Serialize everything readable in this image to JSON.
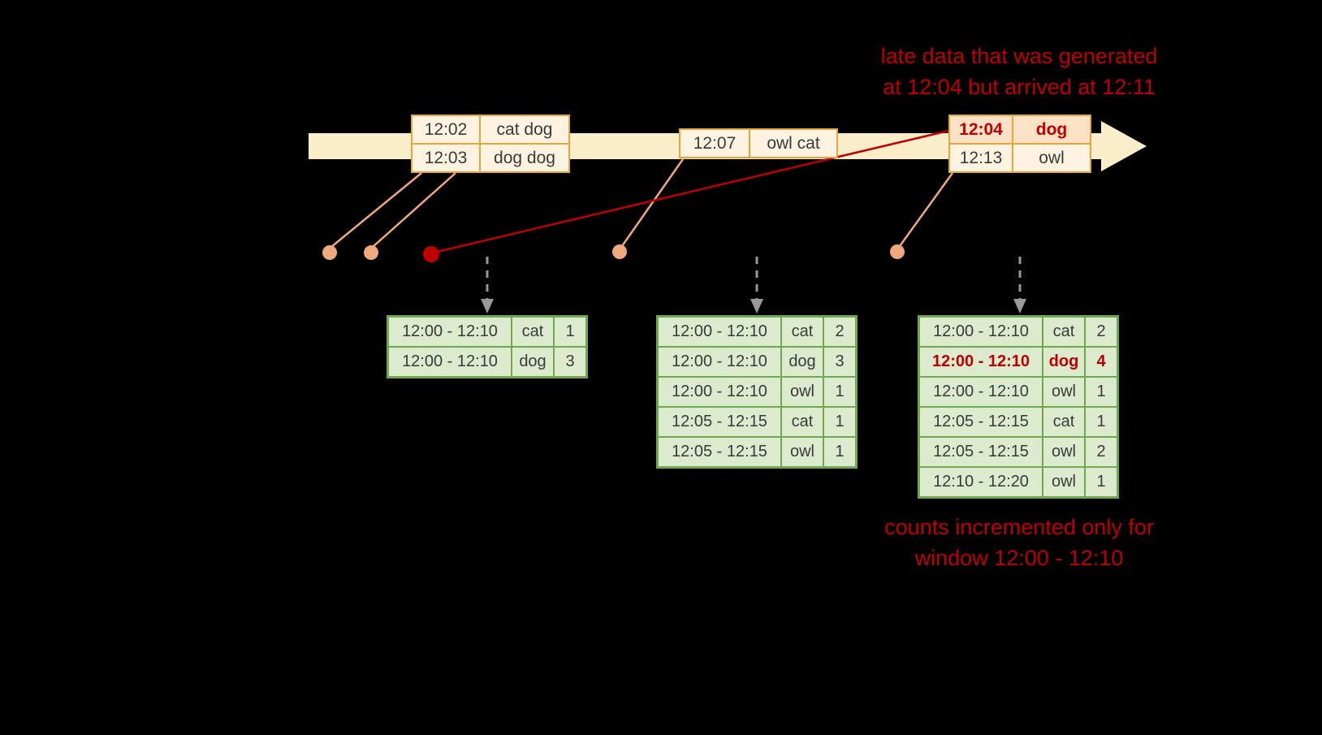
{
  "colors": {
    "background": "#000000",
    "timeline_fill": "#faedca",
    "event_border": "#e8a33d",
    "event_fill": "#fdf3e0",
    "late_fill": "#fbe2c6",
    "accent_red": "#c00000",
    "connector": "#efa97d",
    "table_border": "#6fa84f",
    "table_fill": "#dcebcd",
    "arrow_gray": "#999999",
    "text_dark": "#3a3a3a"
  },
  "annotations": {
    "top_line1": "late data that was generated",
    "top_line2": "at 12:04 but arrived at 12:11",
    "bottom_line1": "counts incremented only for",
    "bottom_line2": "window 12:00 - 12:10"
  },
  "event_groups": [
    {
      "rows": [
        {
          "time": "12:02",
          "words": "cat dog"
        },
        {
          "time": "12:03",
          "words": "dog dog"
        }
      ]
    },
    {
      "rows": [
        {
          "time": "12:07",
          "words": "owl cat"
        }
      ]
    },
    {
      "rows": [
        {
          "time": "12:04",
          "words": "dog"
        },
        {
          "time": "12:13",
          "words": "owl"
        }
      ]
    }
  ],
  "result_tables": [
    {
      "rows": [
        {
          "window": "12:00 - 12:10",
          "word": "cat",
          "count": "1"
        },
        {
          "window": "12:00 - 12:10",
          "word": "dog",
          "count": "3"
        }
      ]
    },
    {
      "rows": [
        {
          "window": "12:00 - 12:10",
          "word": "cat",
          "count": "2"
        },
        {
          "window": "12:00 - 12:10",
          "word": "dog",
          "count": "3"
        },
        {
          "window": "12:00 - 12:10",
          "word": "owl",
          "count": "1"
        },
        {
          "window": "12:05 - 12:15",
          "word": "cat",
          "count": "1"
        },
        {
          "window": "12:05 - 12:15",
          "word": "owl",
          "count": "1"
        }
      ]
    },
    {
      "rows": [
        {
          "window": "12:00 - 12:10",
          "word": "cat",
          "count": "2"
        },
        {
          "window": "12:00 - 12:10",
          "word": "dog",
          "count": "4"
        },
        {
          "window": "12:00 - 12:10",
          "word": "owl",
          "count": "1"
        },
        {
          "window": "12:05 - 12:15",
          "word": "cat",
          "count": "1"
        },
        {
          "window": "12:05 - 12:15",
          "word": "owl",
          "count": "2"
        },
        {
          "window": "12:10 - 12:20",
          "word": "owl",
          "count": "1"
        }
      ]
    }
  ]
}
